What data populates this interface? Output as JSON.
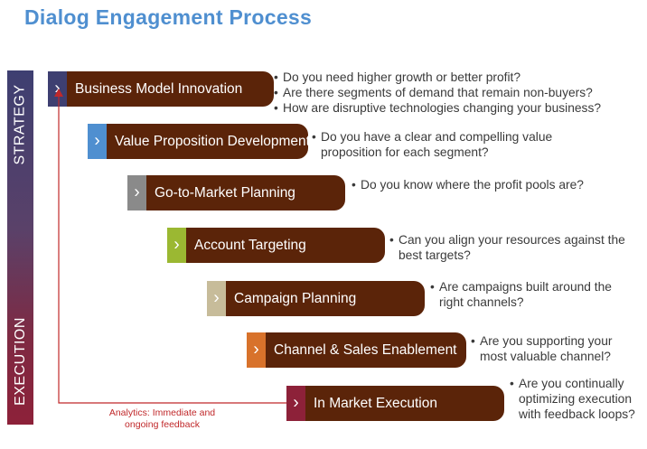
{
  "title": "Dialog Engagement Process",
  "side_labels": {
    "strategy": "STRATEGY",
    "execution": "EXECUTION"
  },
  "colors": {
    "bar": "#5b2409",
    "title": "#4f8fd0",
    "feedback_line": "#c0282a",
    "chevrons": [
      "#3e3f71",
      "#4f8fd0",
      "#8a8a8a",
      "#9bb832",
      "#c7bc9a",
      "#d8722b",
      "#8d2139"
    ]
  },
  "chevron_icon": "chevron-right-icon",
  "steps": [
    {
      "label": "Business Model Innovation",
      "questions": [
        "Do you need higher growth or better profit?",
        "Are there segments of demand that remain non-buyers?",
        "How are disruptive technologies changing your business?"
      ]
    },
    {
      "label": "Value Proposition Development",
      "questions": [
        "Do you have a clear and compelling value proposition for each segment?"
      ]
    },
    {
      "label": "Go-to-Market Planning",
      "questions": [
        "Do you know where the profit pools are?"
      ]
    },
    {
      "label": "Account Targeting",
      "questions": [
        "Can you align your resources against the best targets?"
      ]
    },
    {
      "label": "Campaign Planning",
      "questions": [
        "Are campaigns built around the right channels?"
      ]
    },
    {
      "label": "Channel & Sales Enablement",
      "questions": [
        "Are you supporting your most valuable channel?"
      ]
    },
    {
      "label": "In Market Execution",
      "questions": [
        "Are you continually optimizing execution with feedback loops?"
      ]
    }
  ],
  "feedback_label": "Analytics: Immediate and ongoing feedback"
}
